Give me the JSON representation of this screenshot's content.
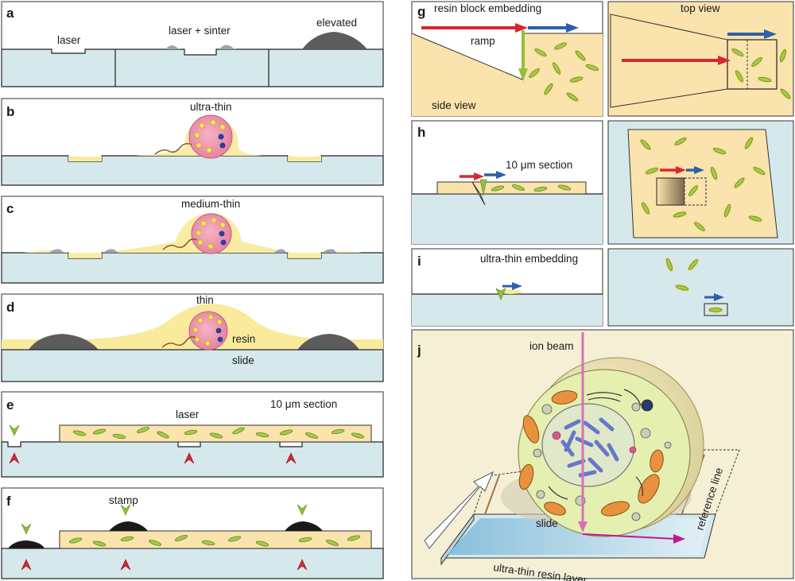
{
  "panels": {
    "a": {
      "letter": "a",
      "laser": "laser",
      "laser_sinter": "laser + sinter",
      "elevated": "elevated"
    },
    "b": {
      "letter": "b",
      "title": "ultra-thin"
    },
    "c": {
      "letter": "c",
      "title": "medium-thin"
    },
    "d": {
      "letter": "d",
      "title": "thin",
      "resin": "resin",
      "slide": "slide"
    },
    "e": {
      "letter": "e",
      "laser": "laser",
      "section": "10 μm section"
    },
    "f": {
      "letter": "f",
      "stamp": "stamp"
    },
    "g": {
      "letter": "g",
      "title": "resin block embedding",
      "ramp": "ramp",
      "side_view": "side view",
      "top_view": "top view"
    },
    "h": {
      "letter": "h",
      "section": "10 μm section"
    },
    "i": {
      "letter": "i",
      "title": "ultra-thin embedding"
    },
    "j": {
      "letter": "j",
      "ion_beam": "ion beam",
      "slide": "slide",
      "reference_line": "reference line",
      "resin_layer": "ultra-thin resin layer"
    }
  },
  "colors": {
    "slide": "#d5e8ec",
    "resin": "#f9ea9c",
    "resin_block": "#fbe3ad",
    "panel_bg_j": "#f5efd6",
    "cell_body": "#ef8fa9",
    "dark_feature": "#5c5c5c",
    "laser_arrow_red": "#d7282f",
    "beam_blue": "#2e5fab",
    "marker_green": "#93be3c",
    "ion_beam": "#d870b8"
  },
  "icons": {
    "red_arrow": "arrow-right-red-icon",
    "blue_arrow": "arrow-right-blue-icon",
    "green_marker": "arrowhead-down-green-icon",
    "red_marker": "arrowhead-up-red-icon"
  }
}
